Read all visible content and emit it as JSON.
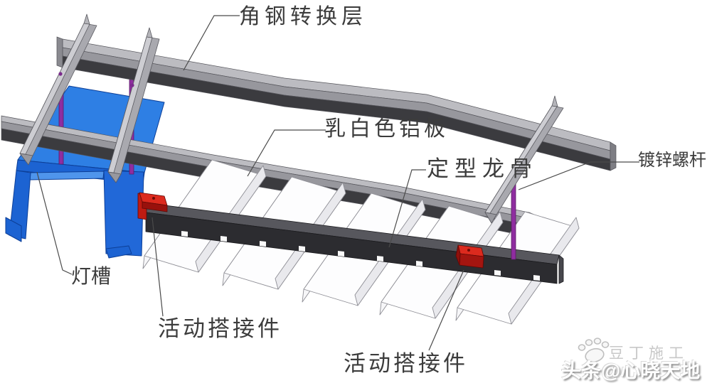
{
  "diagram": {
    "type": "ceiling-suspension-construction-detail",
    "labels": {
      "angle_steel_transfer_layer": "角钢转换层",
      "milky_white_aluminum_panel": "乳白色铝板",
      "shaped_keel": "定型龙骨",
      "galvanized_screw_rod": "镀锌螺杆",
      "light_trough": "灯槽",
      "movable_lap_connector_left": "活动搭接件",
      "movable_lap_connector_right": "活动搭接件"
    },
    "colors": {
      "steel_light": "#c9c9ce",
      "steel_mid": "#97979d",
      "steel_dark": "#3b3b3f",
      "keel_top": "#57575d",
      "keel_front": "#2c2c30",
      "trough_blue_top": "#2e7fe4",
      "trough_blue_side": "#1c63d2",
      "connector_red": "#dc2a1e",
      "connector_red_dark": "#a31510",
      "rod_purple": "#8f2da0",
      "panel_white": "#fdfdfe",
      "leader_line": "#4a4a4a"
    }
  },
  "watermarks": {
    "source_small": "豆丁施工",
    "byline": "头条@心晓天地"
  }
}
